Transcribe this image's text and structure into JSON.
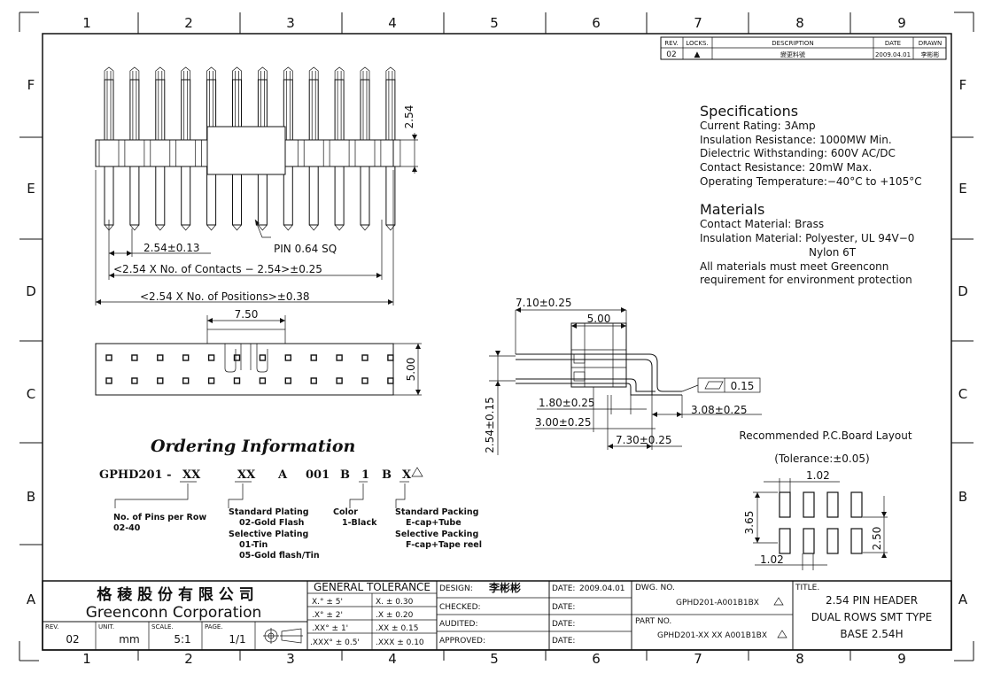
{
  "frame": {
    "columns": [
      "1",
      "2",
      "3",
      "4",
      "5",
      "6",
      "7",
      "8",
      "9"
    ],
    "rows": [
      "F",
      "E",
      "D",
      "C",
      "B",
      "A"
    ]
  },
  "revision_block": {
    "headers": [
      "REV.",
      "LOCKS.",
      "DESCRIPTION",
      "DATE",
      "DRAWN"
    ],
    "row": {
      "rev": "02",
      "locks": "▲",
      "description": "變更料號",
      "date": "2009.04.01",
      "drawn": "李彬彬"
    }
  },
  "specifications": {
    "title": "Specifications",
    "lines": [
      "Current Rating:  3Amp",
      "Insulation Resistance: 1000MW Min.",
      "Dielectric Withstanding:   600V AC/DC",
      "Contact Resistance:  20mW Max.",
      "Operating Temperature:−40°C to +105°C"
    ]
  },
  "materials": {
    "title": "Materials",
    "lines": [
      "Contact Material: Brass",
      "Insulation Material: Polyester, UL 94V−0",
      "Nylon 6T",
      "All materials must meet Greenconn",
      "requirement for environment protection"
    ]
  },
  "front_view": {
    "dim_pitch_height": "2.54",
    "dim_pitch": "2.54±0.13",
    "pin_label": "PIN 0.64 SQ",
    "dim_contacts": "<2.54 X No. of Contacts − 2.54>±0.25",
    "dim_positions": "<2.54 X No. of Positions>±0.38"
  },
  "top_view": {
    "dim_width": "7.50",
    "dim_height": "5.00"
  },
  "side_view": {
    "dim_overall": "7.10±0.25",
    "dim_body": "5.00",
    "flatness": "0.15",
    "dim_a": "1.80±0.25",
    "dim_b": "3.00±0.25",
    "dim_c": "3.08±0.25",
    "dim_d": "7.30±0.25",
    "dim_height": "2.54±0.15"
  },
  "pcb_layout": {
    "title": "Recommended P.C.Board Layout",
    "tolerance": "(Tolerance:±0.05)",
    "dim_pad_w": "1.02",
    "dim_pad_pitch": "1.02",
    "dim_h1": "3.65",
    "dim_h2": "2.50"
  },
  "ordering": {
    "title": "Ordering Information",
    "code_prefix": "GPHD201  -",
    "parts": [
      "XX",
      "XX",
      "A",
      "001",
      "B",
      "1",
      "B",
      "X"
    ],
    "notes": {
      "pins": [
        "No. of Pins per Row",
        "02-40"
      ],
      "plating": [
        "Standard Plating",
        "02-Gold Flash",
        "Selective Plating",
        "01-Tin",
        "05-Gold flash/Tin"
      ],
      "color": [
        "Color",
        "1-Black"
      ],
      "packing": [
        "Standard Packing",
        "E-cap+Tube",
        "Selective Packing",
        "F-cap+Tape reel"
      ]
    }
  },
  "title_block": {
    "company_cn": "格 稜 股 份 有 限 公 司",
    "company_en": "Greenconn  Corporation",
    "rev_label": "REV.",
    "rev": "02",
    "unit_label": "UNIT.",
    "unit": "mm",
    "scale_label": "SCALE.",
    "scale": "5:1",
    "page_label": "PAGE.",
    "page": "1/1",
    "tolerance_title": "GENERAL  TOLERANCE",
    "tolerance_rows": [
      [
        "X.° ±  5'",
        "X.   ±  0.30"
      ],
      [
        ".X° ±  2'",
        ".X   ±  0.20"
      ],
      [
        ".XX° ±  1'",
        ".XX  ±  0.15"
      ],
      [
        ".XXX° ± 0.5'",
        ".XXX ±  0.10"
      ]
    ],
    "design_label": "DESIGN:",
    "designer": "李彬彬",
    "checked_label": "CHECKED:",
    "audited_label": "AUDITED:",
    "approved_label": "APPROVED:",
    "date_label": "DATE:",
    "design_date": "2009.04.01",
    "dwg_label": "DWG. NO.",
    "dwg_no": "GPHD201-A001B1BX",
    "part_label": "PART NO.",
    "part_no": "GPHD201-XX XX A001B1BX",
    "title_label": "TITLE.",
    "title_lines": [
      "2.54 PIN HEADER",
      "DUAL ROWS SMT TYPE",
      "BASE 2.54H"
    ]
  }
}
